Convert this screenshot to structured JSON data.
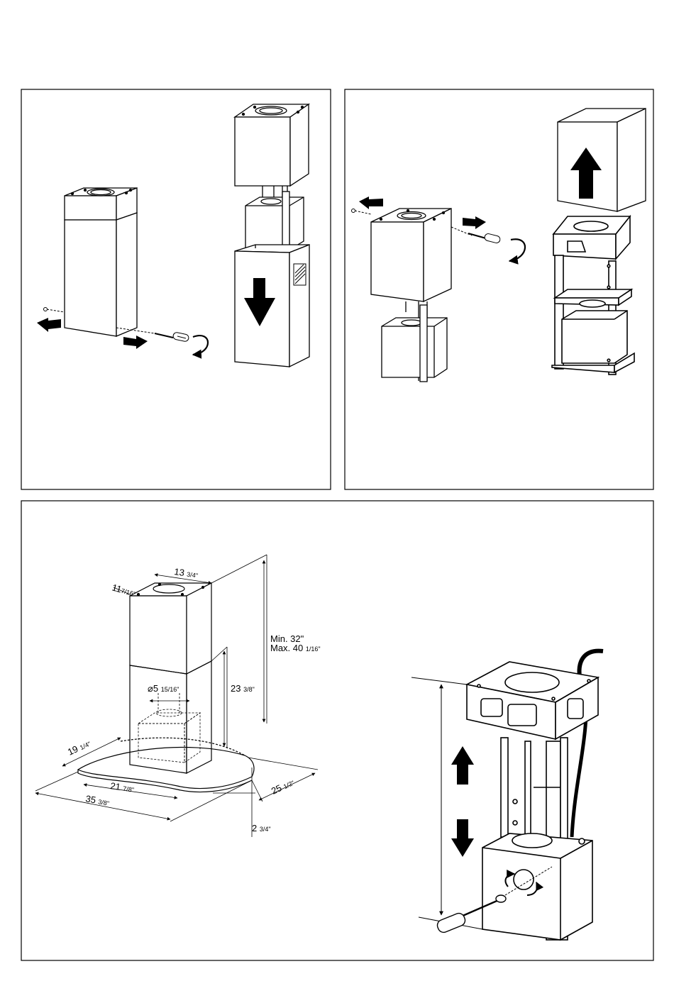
{
  "panels": [
    {
      "id": "top-left-panel"
    },
    {
      "id": "top-right-panel"
    },
    {
      "id": "bottom-panel"
    }
  ],
  "dimensions": {
    "top_width": {
      "whole": "13",
      "fraction": "3/4\""
    },
    "top_depth": {
      "whole": "11",
      "fraction": "7/16\""
    },
    "height_min": "Min.  32\"",
    "height_max_prefix": "Max.",
    "height_max_whole": "40",
    "height_max_fraction": "1/16\"",
    "lower_chimney": {
      "whole": "23",
      "fraction": "3/8\""
    },
    "duct_diameter": {
      "symbol": "⌀",
      "whole": "5",
      "fraction": "15/16\""
    },
    "glass_depth_left": {
      "whole": "19",
      "fraction": "1/4\""
    },
    "inner_width": {
      "whole": "21",
      "fraction": "7/8\""
    },
    "total_width": {
      "whole": "35",
      "fraction": "3/8\""
    },
    "glass_depth_right": {
      "whole": "25",
      "fraction": "1/2\""
    },
    "glass_height": {
      "whole": "2",
      "fraction": "3/4\""
    }
  },
  "colors": {
    "line": "#000000",
    "background": "#ffffff",
    "shade": "#e6e6e6"
  },
  "icons": [
    "arrow-left-icon",
    "arrow-right-icon",
    "arrow-down-icon",
    "arrow-up-icon",
    "screwdriver-icon",
    "rotate-arrow-icon",
    "power-cable-icon"
  ]
}
